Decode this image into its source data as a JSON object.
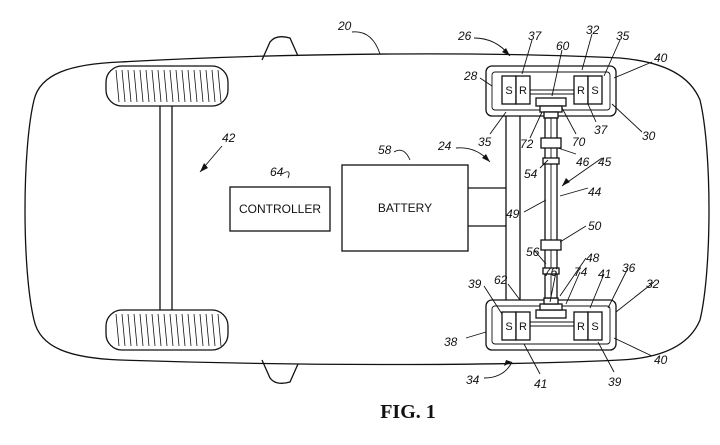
{
  "figure": {
    "caption": "FIG. 1",
    "boxes": {
      "controller": "CONTROLLER",
      "battery": "BATTERY"
    },
    "motor_letters": {
      "stator": "S",
      "rotor": "R"
    },
    "reference_numerals": {
      "vehicle": "20",
      "front_drive_unit": "26",
      "rear_axle": "42",
      "controller": "64",
      "battery": "58",
      "electrical_path": "24",
      "n28": "28",
      "n37a": "37",
      "n60": "60",
      "n32a": "32",
      "n35a": "35",
      "n40a": "40",
      "n30": "30",
      "n35b": "35",
      "n72": "72",
      "n70": "70",
      "n37b": "37",
      "n54": "54",
      "n46": "46",
      "n45": "45",
      "n44": "44",
      "n49": "49",
      "n50": "50",
      "n56": "56",
      "n48": "48",
      "n39a": "39",
      "n62": "62",
      "n76": "76",
      "n74": "74",
      "n41a": "41",
      "n36": "36",
      "n32b": "32",
      "n38": "38",
      "n40b": "40",
      "n34": "34",
      "n41b": "41",
      "n39b": "39"
    }
  }
}
